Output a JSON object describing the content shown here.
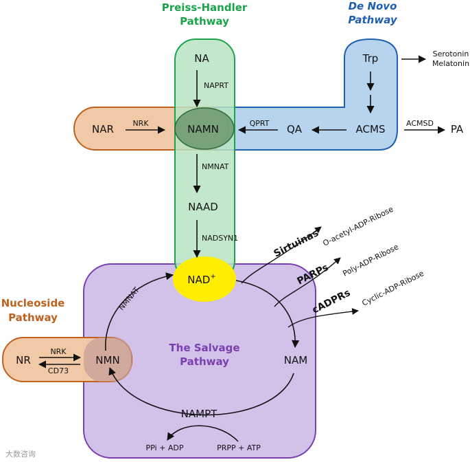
{
  "colors": {
    "preiss": "#1aa34a",
    "preiss_fill": "#b8e3c2",
    "denovo": "#1f5fb0",
    "denovo_fill": "#b6d4ee",
    "nucleoside": "#c0601e",
    "nucleoside_fill": "#f2c9a6",
    "salvage": "#7a3fb0",
    "salvage_fill": "#d2c2ea",
    "nad_fill": "#ffee00"
  },
  "titles": {
    "preiss_line1": "Preiss-Handler",
    "preiss_line2": "Pathway",
    "denovo_line1": "De Novo",
    "denovo_line2": "Pathway",
    "nucleoside_line1": "Nucleoside",
    "nucleoside_line2": "Pathway",
    "salvage_line1": "The Salvage",
    "salvage_line2": "Pathway"
  },
  "nodes": {
    "na": "NA",
    "namn": "NAMN",
    "naad": "NAAD",
    "nad_base": "NAD",
    "nad_sup": "+",
    "nar": "NAR",
    "trp": "Trp",
    "acms": "ACMS",
    "qa": "QA",
    "pa": "PA",
    "nam": "NAM",
    "nmn": "NMN",
    "nr": "NR"
  },
  "enzymes": {
    "naprt": "NAPRT",
    "nmnat_top": "NMNAT",
    "nadsyn1": "NADSYN1",
    "nrk_top": "NRK",
    "qprt": "QPRT",
    "acmsd": "ACMSD",
    "nmnat_salvage": "NMNAT",
    "nampt": "NAMPT",
    "nrk_bottom": "NRK",
    "cd73": "CD73"
  },
  "products": {
    "serotonin": "Serotonin",
    "melatonin": "Melatonin",
    "o_acetyl": "O-acetyl-ADP-Ribose",
    "poly": "Poly-ADP-Ribose",
    "cyclic": "Cyclic-ADP-Ribose",
    "ppi_adp": "PPi + ADP",
    "prpp_atp": "PRPP + ATP"
  },
  "consumers": {
    "sirtuinas": "Sirtuinas",
    "parps": "PARPs",
    "cadprs": "cADPRs"
  },
  "watermark": "大数咨询"
}
